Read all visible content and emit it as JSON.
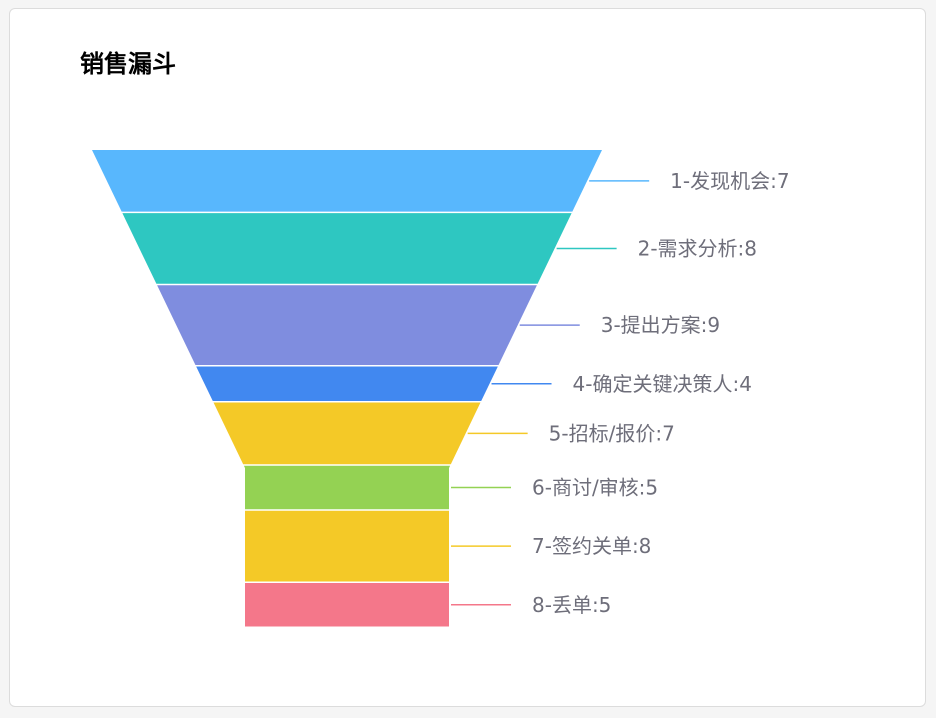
{
  "chart_data": {
    "type": "funnel",
    "title": "销售漏斗",
    "categories": [
      "1-发现机会",
      "2-需求分析",
      "3-提出方案",
      "4-确定关键决策人",
      "5-招标/报价",
      "6-商讨/审核",
      "7-签约关单",
      "8-丢单"
    ],
    "values": [
      7,
      8,
      9,
      4,
      7,
      5,
      8,
      5
    ],
    "labels": [
      "1-发现机会:7",
      "2-需求分析:8",
      "3-提出方案:9",
      "4-确定关键决策人:4",
      "5-招标/报价:7",
      "6-商讨/审核:5",
      "7-签约关单:8",
      "8-丢单:5"
    ],
    "colors": [
      "#58b7fd",
      "#2ec7c1",
      "#7f8ddf",
      "#4188f0",
      "#f4c927",
      "#94d253",
      "#f4c927",
      "#f4778a"
    ],
    "label_color": "#6e6e7a"
  }
}
